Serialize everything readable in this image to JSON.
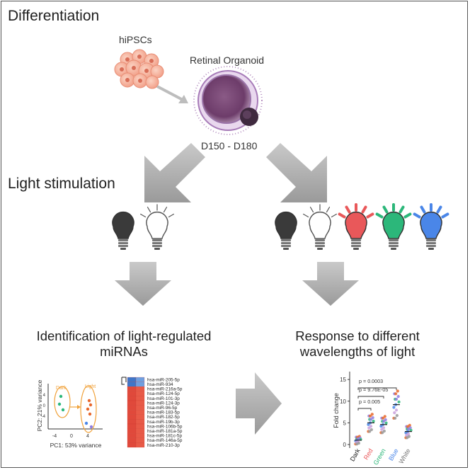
{
  "sections": {
    "differentiation": "Differentiation",
    "light_stimulation": "Light stimulation",
    "identification_line1": "Identification of light-regulated",
    "identification_line2": "miRNAs",
    "response_line1": "Response to different",
    "response_line2": "wavelengths of light"
  },
  "labels": {
    "hipscs": "hiPSCs",
    "organoid": "Retinal Organoid",
    "days": "D150 - D180"
  },
  "bulbs": {
    "left": [
      "#3a3a3a",
      "#ffffff"
    ],
    "right": [
      "#3a3a3a",
      "#ffffff",
      "#e9585a",
      "#2cb77a",
      "#4a86e8"
    ]
  },
  "pca": {
    "xlabel": "PC1: 53% variance",
    "ylabel": "PC2: 21% variance",
    "xticks": [
      "-4",
      "0",
      "4"
    ],
    "yticks": [
      "4",
      "0",
      "-4"
    ],
    "group_dark": "Dark",
    "group_light": "Light"
  },
  "heatmap": {
    "genes": [
      "hsa-miR-205-5p",
      "hsa-miR-934",
      "hsa-miR-216a-5p",
      "hsa-miR-124-5p",
      "hsa-miR-101-3p",
      "hsa-miR-124-3p",
      "hsa-miR-96-5p",
      "hsa-miR-183-5p",
      "hsa-miR-182-5p",
      "hsa-miR-19b-3p",
      "hsa-miR-106b-5p",
      "hsa-miR-181a-5p",
      "hsa-miR-181c-5p",
      "hsa-miR-146a-5p",
      "hsa-miR-210-3p"
    ],
    "colors": {
      "down": "#5b8fd6",
      "up": "#e0493b"
    }
  },
  "chart_data": {
    "type": "scatter",
    "ylabel": "Fold change",
    "categories": [
      "Dark",
      "Red",
      "Green",
      "Blue",
      "White"
    ],
    "category_colors": [
      "#222222",
      "#e9585a",
      "#2cb77a",
      "#4a86e8",
      "#777777"
    ],
    "yticks": [
      "0",
      "5",
      "10",
      "15"
    ],
    "ylim": [
      0,
      16
    ],
    "medians": [
      1.0,
      5.0,
      4.6,
      9.2,
      3.0
    ],
    "pvalues": [
      "p = 0.005",
      "p = 9.76E-05",
      "p = 0.0003"
    ]
  }
}
